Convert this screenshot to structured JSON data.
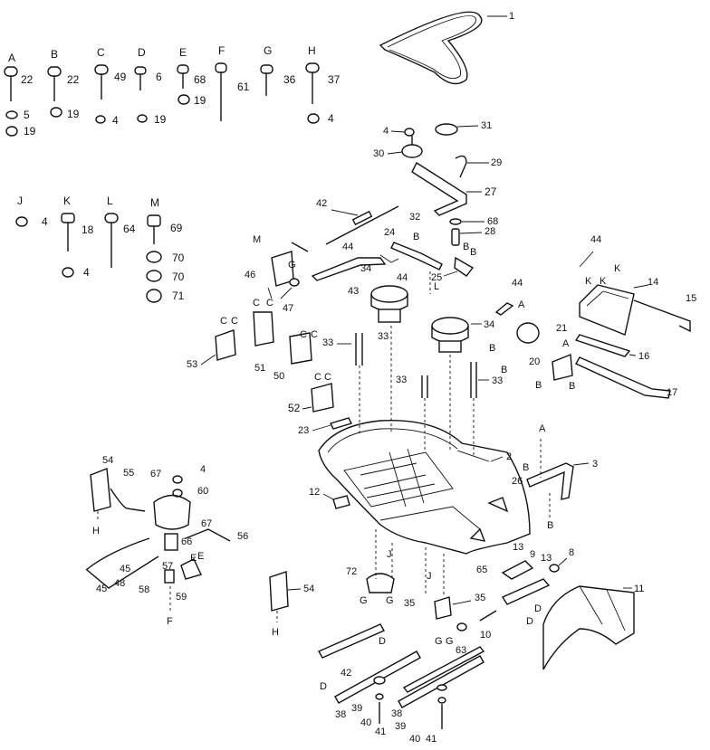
{
  "hardware_legend": {
    "row1": [
      {
        "letter": "A",
        "ref": "22"
      },
      {
        "letter": "B",
        "ref": "22"
      },
      {
        "letter": "C",
        "ref": "49"
      },
      {
        "letter": "D",
        "ref": "6"
      },
      {
        "letter": "E",
        "ref": "68"
      },
      {
        "letter": "F",
        "ref": "61"
      },
      {
        "letter": "G",
        "ref": "36"
      },
      {
        "letter": "H",
        "ref": "37"
      }
    ],
    "row1_small": [
      "5",
      "19",
      "19",
      "4",
      "19",
      "19",
      "4"
    ],
    "row2": [
      {
        "letter": "J",
        "ref": "4"
      },
      {
        "letter": "K",
        "ref": "18"
      },
      {
        "letter": "L",
        "ref": "64"
      },
      {
        "letter": "M",
        "ref": "69"
      }
    ],
    "row2_small": [
      "4",
      "70",
      "70",
      "71"
    ]
  },
  "callouts": {
    "c1": "1",
    "c2": "2",
    "c3": "3",
    "c4a": "4",
    "c4b": "4",
    "c8": "8",
    "c9": "9",
    "c10": "10",
    "c11": "11",
    "c12": "12",
    "c13a": "13",
    "c13b": "13",
    "c14": "14",
    "c15": "15",
    "c16": "16",
    "c17": "17",
    "c20": "20",
    "c21": "21",
    "c23": "23",
    "c24": "24",
    "c25": "25",
    "c26": "26",
    "c27": "27",
    "c28": "28",
    "c29": "29",
    "c30": "30",
    "c31": "31",
    "c32": "32",
    "c33a": "33",
    "c33b": "33",
    "c33c": "33",
    "c33d": "33",
    "c34a": "34",
    "c34b": "34",
    "c35a": "35",
    "c35b": "35",
    "c38a": "38",
    "c38b": "38",
    "c39a": "39",
    "c39b": "39",
    "c40a": "40",
    "c40b": "40",
    "c41a": "41",
    "c41b": "41",
    "c42a": "42",
    "c42b": "42",
    "c43": "43",
    "c44a": "44",
    "c44b": "44",
    "c44c": "44",
    "c44d": "44",
    "c45a": "45",
    "c45b": "45",
    "c46": "46",
    "c47": "47",
    "c48": "48",
    "c50": "50",
    "c51": "51",
    "c52": "52",
    "c53": "53",
    "c54a": "54",
    "c54b": "54",
    "c55": "55",
    "c56": "56",
    "c57": "57",
    "c58": "58",
    "c59": "59",
    "c60": "60",
    "c63": "63",
    "c65": "65",
    "c66": "66",
    "c67a": "67",
    "c67b": "67",
    "c68": "68",
    "c72": "72"
  },
  "letters": {
    "A": "A",
    "B": "B",
    "C": "C",
    "D": "D",
    "E": "E",
    "F": "F",
    "G": "G",
    "H": "H",
    "J": "J",
    "K": "K",
    "L": "L",
    "M": "M"
  }
}
